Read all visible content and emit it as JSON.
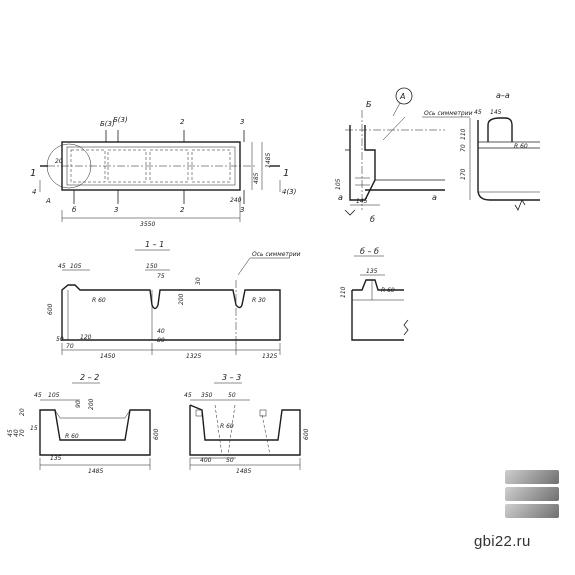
{
  "plan": {
    "section_marks": [
      "Б(3)",
      "Б(3)",
      "2",
      "3",
      "1",
      "1",
      "4",
      "4(3)",
      "А",
      "б",
      "3",
      "2",
      "3"
    ],
    "dims": [
      "20",
      "3550",
      "1485",
      "485",
      "240"
    ]
  },
  "detail_a": {
    "callout": "А",
    "axis_label": "Ось симметрии",
    "mark_b": "Б",
    "mark_bb": "б",
    "mark_a": "а",
    "mark_a2": "а",
    "dims": [
      "105",
      "145"
    ]
  },
  "section_aa": {
    "title": "а–а",
    "dims": [
      "45",
      "145",
      "110",
      "70",
      "170"
    ],
    "radius": "R 60"
  },
  "section_11": {
    "title": "1 – 1",
    "axis_label": "Ось симметрии",
    "dims": [
      "45",
      "105",
      "150",
      "75",
      "30",
      "600",
      "200",
      "40",
      "80",
      "50",
      "120",
      "70",
      "1450",
      "1325",
      "1325"
    ],
    "radii": [
      "R 60",
      "R 30"
    ]
  },
  "section_bb": {
    "title": "б – б",
    "dims": [
      "135",
      "110"
    ],
    "radius": "R 60"
  },
  "section_22": {
    "title": "2 – 2",
    "dims": [
      "45",
      "105",
      "90",
      "200",
      "600",
      "135",
      "1485",
      "20",
      "15",
      "70",
      "40",
      "45"
    ],
    "radius": "R 60"
  },
  "section_33": {
    "title": "3 – 3",
    "dims": [
      "45",
      "350",
      "50",
      "600",
      "400",
      "50",
      "1485"
    ],
    "radius": "R 60"
  },
  "watermark": {
    "text": "gbi22.ru",
    "colors": [
      "#cfcfcf",
      "#9a9a9a",
      "#6f6f6f"
    ]
  }
}
